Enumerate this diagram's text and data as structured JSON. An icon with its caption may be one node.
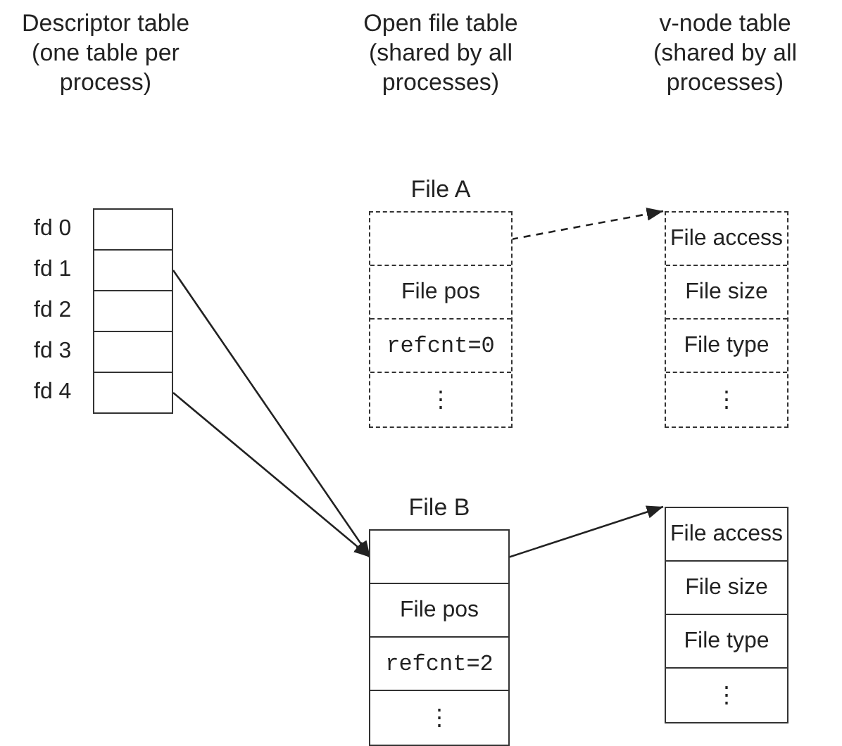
{
  "diagram": {
    "nodes": [
      {
        "text": [
          "fd 0"
        ]
      },
      {
        "text": [
          "fd 1"
        ]
      },
      {
        "text": [
          "fd 2"
        ]
      },
      {
        "text": [
          "fd 3"
        ]
      },
      {
        "text": [
          "fd 4"
        ]
      },
      {
        "text": [
          "File A"
        ]
      },
      {
        "text": [],
        "shape": "box",
        "in": 5
      },
      {
        "text": [
          "File pos"
        ],
        "in": 5
      },
      {
        "text": [
          "refcnt=0"
        ],
        "in": 5
      },
      {
        "text": [
          "⋮"
        ],
        "in": 5
      },
      {
        "text": [
          "File access"
        ]
      },
      {
        "text": [
          "File size"
        ]
      },
      {
        "text": [
          "File type"
        ]
      },
      {
        "text": [
          "⋮"
        ]
      },
      {
        "text": [
          "File B"
        ]
      },
      {
        "text": [],
        "shape": "box",
        "in": 14
      },
      {
        "text": [
          "File pos"
        ],
        "in": 14
      },
      {
        "text": [
          "refcnt=2"
        ],
        "in": 14
      },
      {
        "text": [
          "⋮"
        ],
        "in": 14
      },
      {
        "text": [
          "File access"
        ]
      },
      {
        "text": [
          "File size"
        ]
      },
      {
        "text": [
          "File type"
        ]
      },
      {
        "text": [
          "⋮"
        ]
      }
    ],
    "edges": [
      {
        "from": 6,
        "to": 10,
        "arrow": "to",
        "style": "dashed"
      },
      {
        "from": 1,
        "to": 15,
        "arrow": "to"
      },
      {
        "from": 4,
        "to": 15,
        "arrow": "to"
      },
      {
        "from": 15,
        "to": 19,
        "arrow": "to"
      }
    ],
    "labels": [
      "Descriptor table (one table per process)",
      "Open file table (shared by all processes)",
      "v-node table (shared by all processes)"
    ]
  }
}
